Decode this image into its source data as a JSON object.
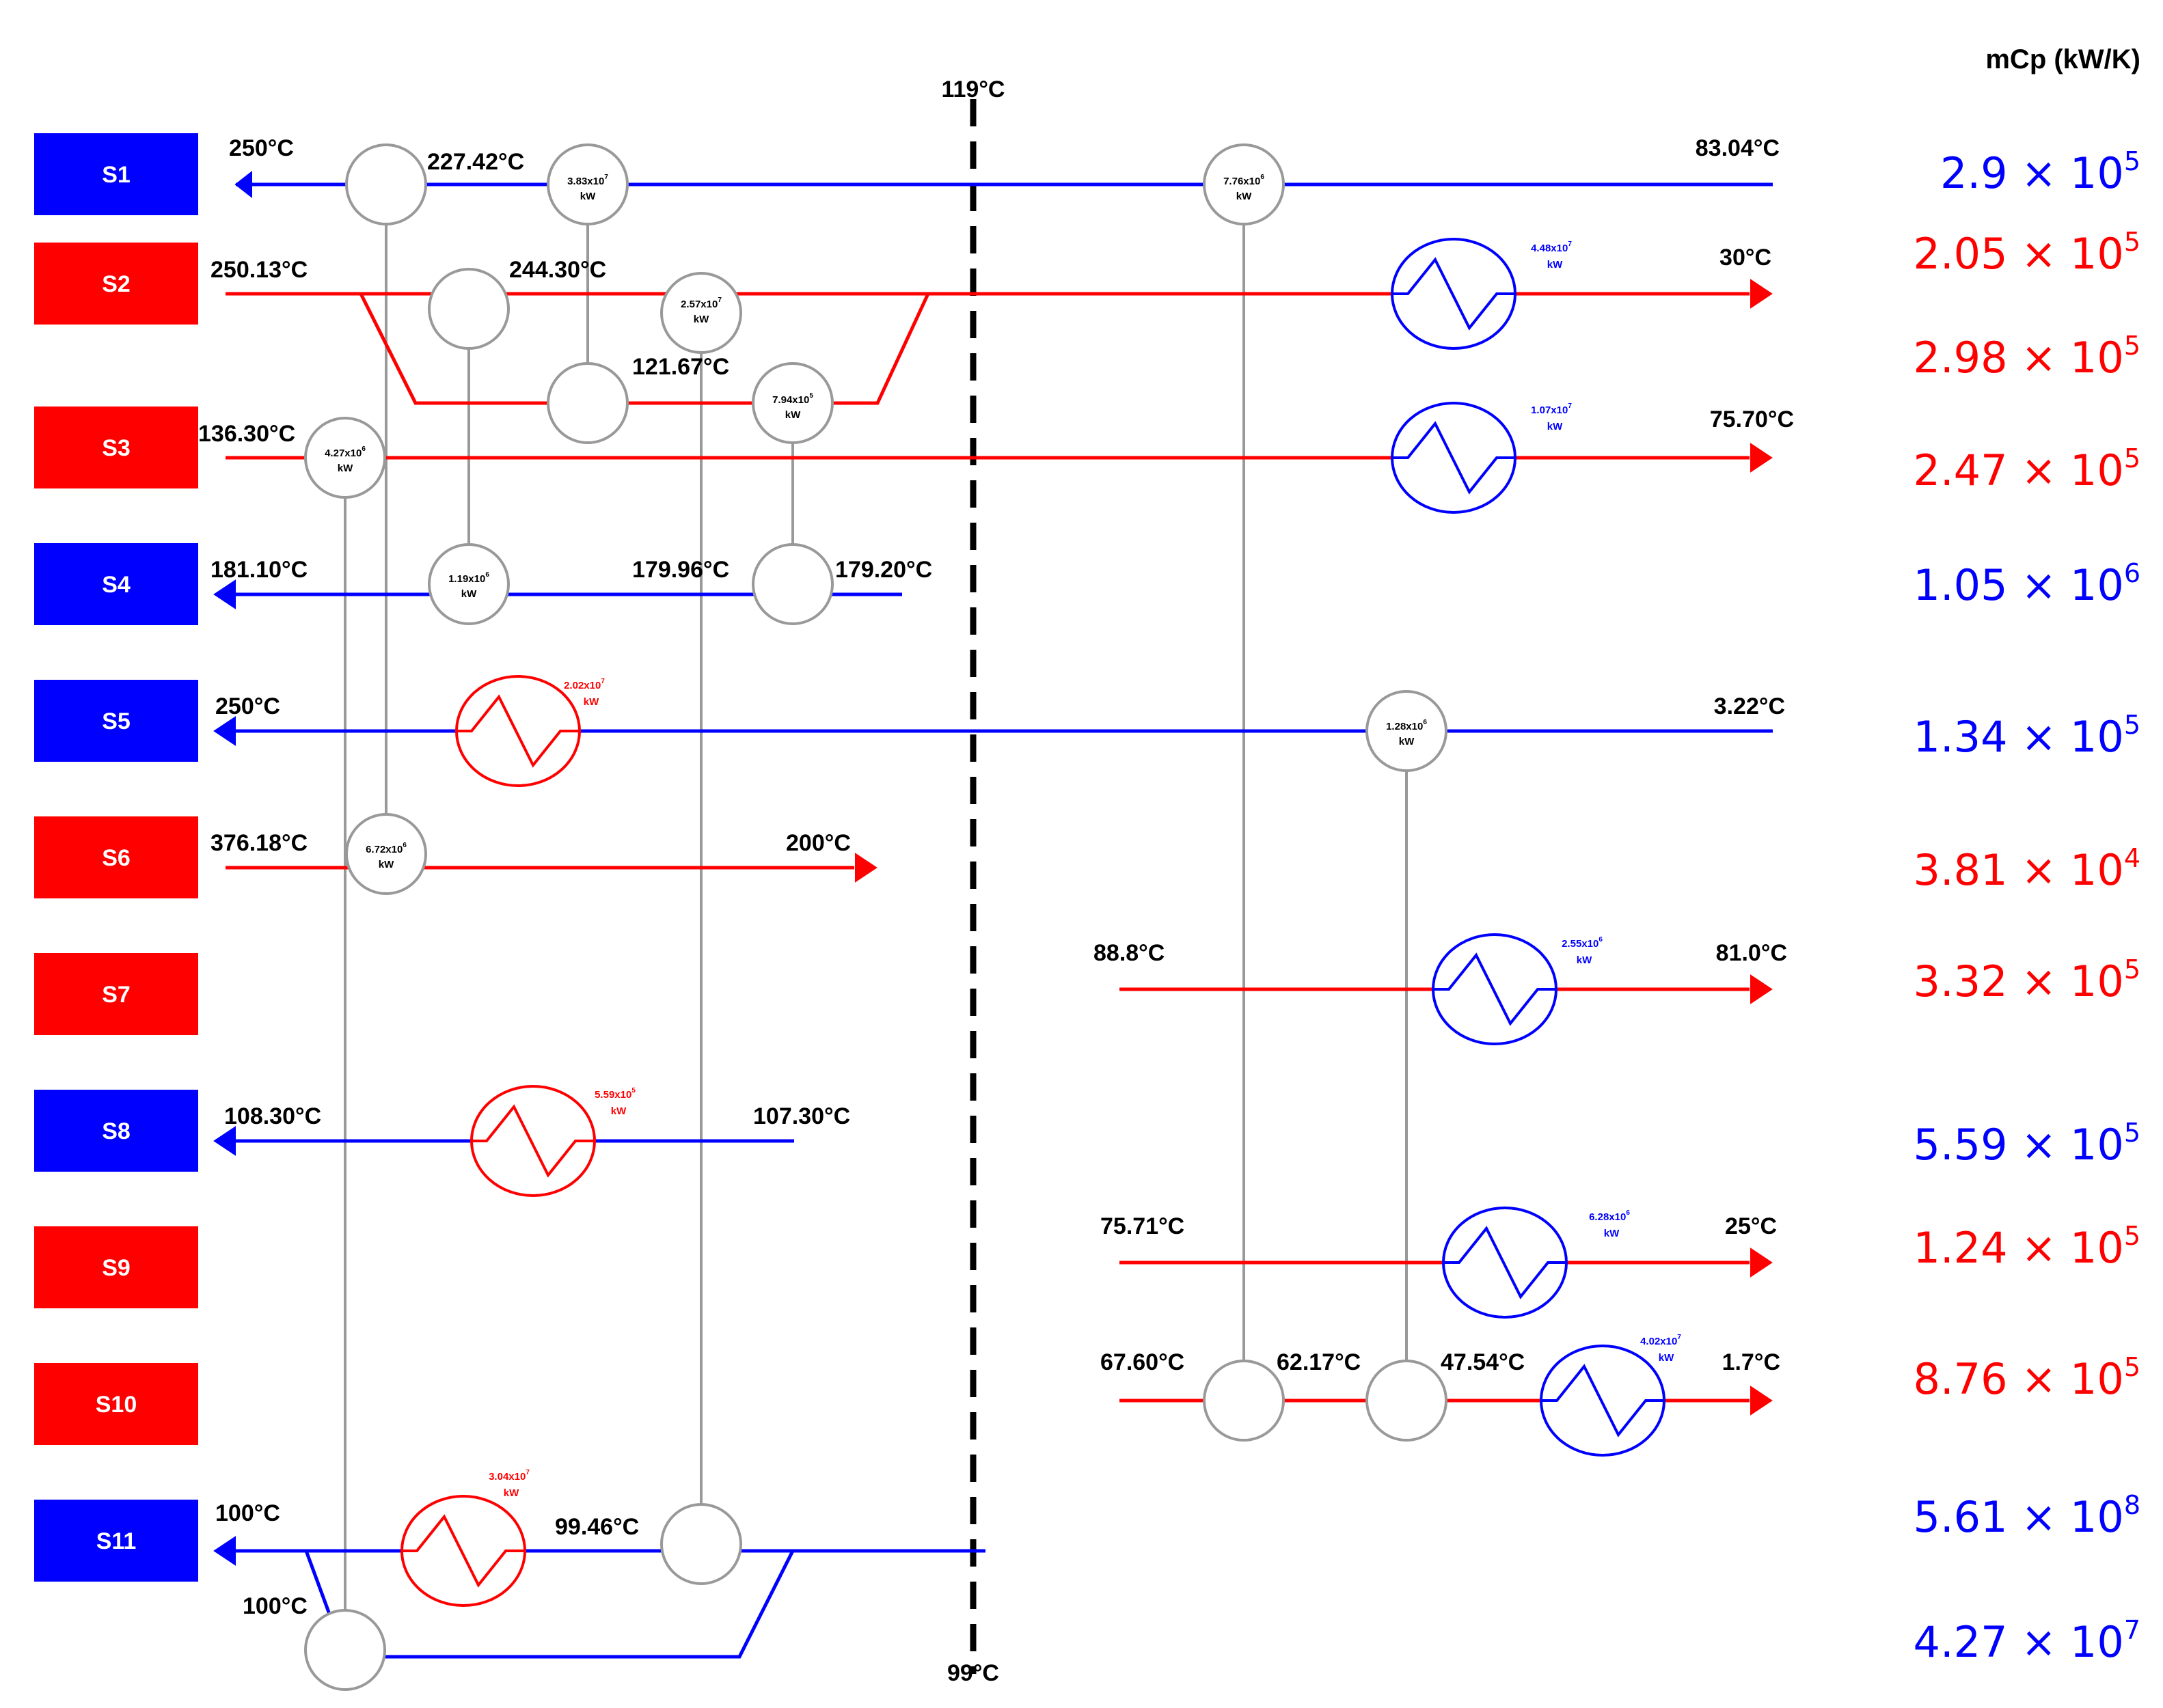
{
  "colors": {
    "hot": "#ff0000",
    "cold": "#0000ff",
    "link": "#999999",
    "text": "#000000"
  },
  "pinch": {
    "top_label": "119°C",
    "bottom_label": "99°C"
  },
  "mcp_header": "mCp (kW/K)",
  "streams": [
    {
      "id": "S1",
      "type": "cold",
      "t1": "250°C",
      "t2": "83.04°C"
    },
    {
      "id": "S2",
      "type": "hot",
      "t1": "250.13°C",
      "t2": "30°C"
    },
    {
      "id": "S3",
      "type": "hot",
      "t1": "136.30°C",
      "t2": "75.70°C"
    },
    {
      "id": "S4",
      "type": "cold",
      "t1": "181.10°C",
      "t2": "179.20°C"
    },
    {
      "id": "S5",
      "type": "cold",
      "t1": "250°C",
      "t2": "3.22°C"
    },
    {
      "id": "S6",
      "type": "hot",
      "t1": "376.18°C",
      "t2": "200°C"
    },
    {
      "id": "S7",
      "type": "hot",
      "t1": "88.8°C",
      "t2": "81.0°C"
    },
    {
      "id": "S8",
      "type": "cold",
      "t1": "108.30°C",
      "t2": "107.30°C"
    },
    {
      "id": "S9",
      "type": "hot",
      "t1": "75.71°C",
      "t2": "25°C"
    },
    {
      "id": "S10",
      "type": "hot",
      "t1": "67.60°C",
      "t2": "1.7°C"
    },
    {
      "id": "S11",
      "type": "cold",
      "t1": "100°C",
      "t2": ""
    }
  ],
  "intermediate_temps": {
    "s1_mid": "227.42°C",
    "s2_mid": "244.30°C",
    "s2_branch": "121.67°C",
    "s4_mid": "179.96°C",
    "s10_mid1": "62.17°C",
    "s10_mid2": "47.54°C",
    "s11_mid": "99.46°C",
    "s11_branch": "100°C"
  },
  "exchangers": {
    "ex1": {
      "value": "3.83x10",
      "exp": "7",
      "unit": "kW"
    },
    "ex2": {
      "value": "7.76x10",
      "exp": "6",
      "unit": "kW"
    },
    "ex3": {
      "value": "2.57x10",
      "exp": "7",
      "unit": "kW"
    },
    "ex4": {
      "value": "7.94x10",
      "exp": "5",
      "unit": "kW"
    },
    "ex5": {
      "value": "4.27x10",
      "exp": "6",
      "unit": "kW"
    },
    "ex6": {
      "value": "1.19x10",
      "exp": "6",
      "unit": "kW"
    },
    "ex7": {
      "value": "1.28x10",
      "exp": "6",
      "unit": "kW"
    },
    "ex8": {
      "value": "6.72x10",
      "exp": "6",
      "unit": "kW"
    }
  },
  "utilities": {
    "c1": {
      "value": "4.48x10",
      "exp": "7",
      "unit": "kW"
    },
    "c2": {
      "value": "1.07x10",
      "exp": "7",
      "unit": "kW"
    },
    "h1": {
      "value": "2.02x10",
      "exp": "7",
      "unit": "kW"
    },
    "c3": {
      "value": "2.55x10",
      "exp": "6",
      "unit": "kW"
    },
    "h2": {
      "value": "5.59x10",
      "exp": "5",
      "unit": "kW"
    },
    "c4": {
      "value": "6.28x10",
      "exp": "6",
      "unit": "kW"
    },
    "c5": {
      "value": "4.02x10",
      "exp": "7",
      "unit": "kW"
    },
    "h3": {
      "value": "3.04x10",
      "exp": "7",
      "unit": "kW"
    }
  },
  "mcp_values": [
    {
      "mant": "2.9",
      "exp": "5",
      "color": "cold"
    },
    {
      "mant": "2.05",
      "exp": "5",
      "color": "hot"
    },
    {
      "mant": "2.98",
      "exp": "5",
      "color": "hot"
    },
    {
      "mant": "2.47",
      "exp": "5",
      "color": "hot"
    },
    {
      "mant": "1.05",
      "exp": "6",
      "color": "cold"
    },
    {
      "mant": "1.34",
      "exp": "5",
      "color": "cold"
    },
    {
      "mant": "3.81",
      "exp": "4",
      "color": "hot"
    },
    {
      "mant": "3.32",
      "exp": "5",
      "color": "hot"
    },
    {
      "mant": "5.59",
      "exp": "5",
      "color": "cold"
    },
    {
      "mant": "1.24",
      "exp": "5",
      "color": "hot"
    },
    {
      "mant": "8.76",
      "exp": "5",
      "color": "hot"
    },
    {
      "mant": "5.61",
      "exp": "8",
      "color": "cold"
    },
    {
      "mant": "4.27",
      "exp": "7",
      "color": "cold"
    }
  ]
}
